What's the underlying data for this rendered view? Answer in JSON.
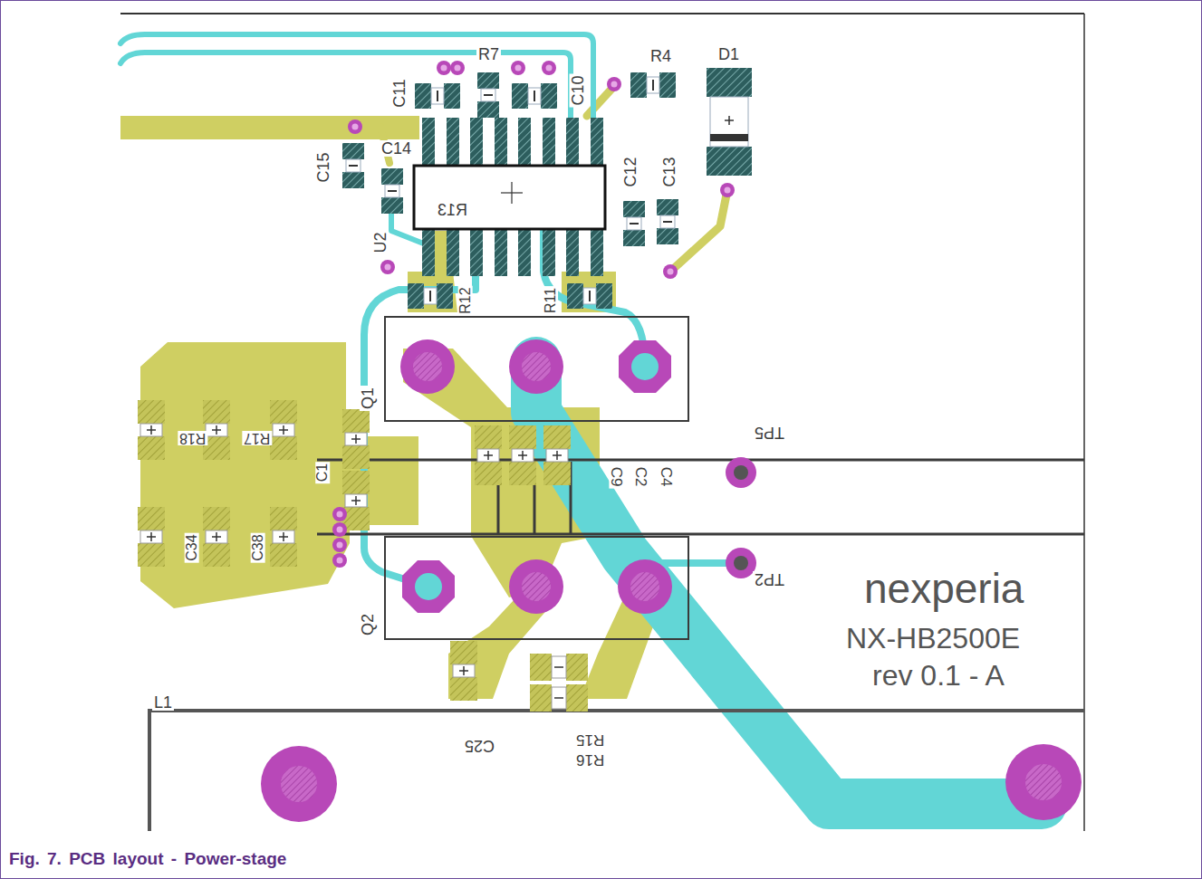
{
  "diagram": {
    "caption": "Fig. 7. PCB layout - Power-stage",
    "labels": [
      "R7",
      "R4",
      "D1",
      "C11",
      "C10",
      "C15",
      "C14",
      "C12",
      "C13",
      "R13",
      "U2",
      "R12",
      "R11",
      "Q1",
      "C1",
      "R18",
      "R17",
      "C34",
      "C38",
      "C9",
      "C2",
      "C4",
      "TP5",
      "TP2",
      "Q2",
      "L1",
      "C25",
      "R15",
      "R16",
      "nexperia",
      "NX-HB2500E",
      "rev 0.1 - A"
    ]
  }
}
